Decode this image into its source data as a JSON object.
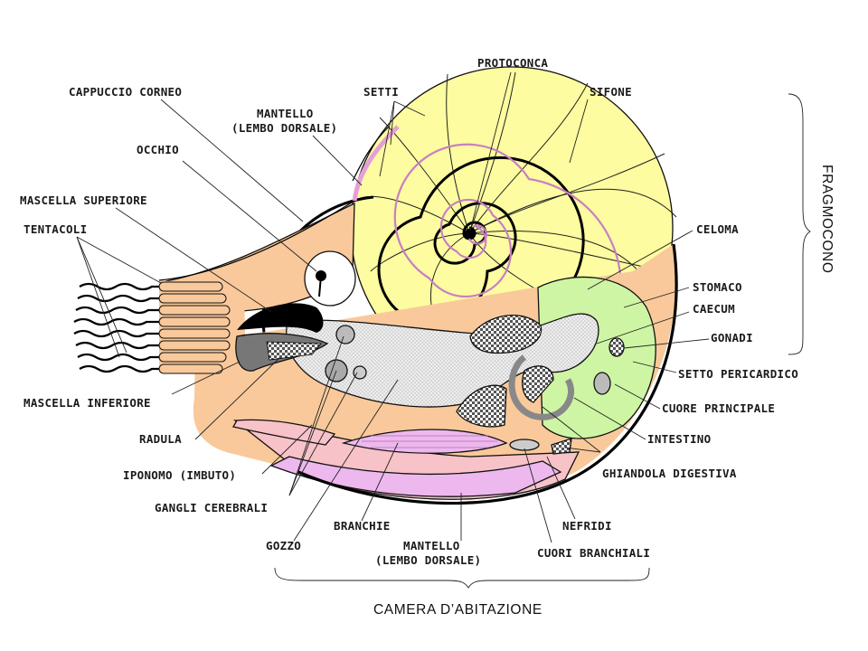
{
  "diagram": {
    "labels": {
      "protoconca": "PROTOCONCA",
      "cappuccio_corneo": "CAPPUCCIO CORNEO",
      "setti": "SETTI",
      "sifone": "SIFONE",
      "mantello_dorsale_line1": "MANTELLO",
      "mantello_dorsale_line2": "(LEMBO DORSALE)",
      "occhio": "OCCHIO",
      "mascella_superiore": "MASCELLA SUPERIORE",
      "tentacoli": "TENTACOLI",
      "celoma": "CELOMA",
      "stomaco": "STOMACO",
      "caecum": "CAECUM",
      "gonadi": "GONADI",
      "setto_pericardico": "SETTO PERICARDICO",
      "cuore_principale": "CUORE PRINCIPALE",
      "mascella_inferiore": "MASCELLA INFERIORE",
      "intestino": "INTESTINO",
      "radula": "RADULA",
      "ghiandola_digestiva": "GHIANDOLA DIGESTIVA",
      "iponomo": "IPONOMO (IMBUTO)",
      "gangli_cerebrali": "GANGLI CEREBRALI",
      "branchie": "BRANCHIE",
      "nefridi": "NEFRIDI",
      "mantello_ventrale_line1": "MANTELLO",
      "mantello_ventrale_line2": "(LEMBO DORSALE)",
      "cuori_branchiali": "CUORI BRANCHIALI",
      "gozzo": "GOZZO",
      "fragmocono": "FRAGMOCONO",
      "camera_abitazione": "CAMERA D’ABITAZIONE"
    },
    "colors": {
      "shell_chambers": "#fdfca0",
      "body_tan": "#f9c99b",
      "mantle_pink": "#f7c2c8",
      "mantle_lilac": "#edb8ee",
      "coelom_green": "#cef5a4",
      "gut_grey": "#dcdcdc",
      "jaw_black": "#000000"
    }
  }
}
